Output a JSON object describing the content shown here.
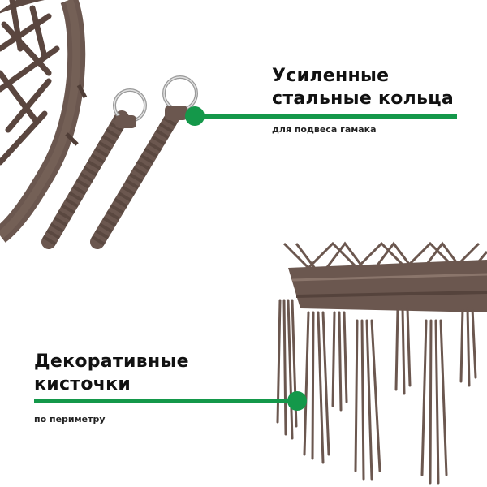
{
  "features": [
    {
      "title_line1": "Усиленные",
      "title_line2": "стальные кольца",
      "subtitle": "для подвеса гамака",
      "marker": "green-dot-callout"
    },
    {
      "title_line1": "Декоративные",
      "title_line2": "кисточки",
      "subtitle": "по периметру",
      "marker": "green-dot-callout"
    }
  ],
  "colors": {
    "accent": "#14984a",
    "rope": "#6b574f",
    "rope_dark": "#4f3d36",
    "background": "#ffffff",
    "text": "#111111"
  },
  "images": [
    {
      "name": "hammock-frame-and-steel-rings"
    },
    {
      "name": "hammock-tassel-fringe"
    }
  ]
}
